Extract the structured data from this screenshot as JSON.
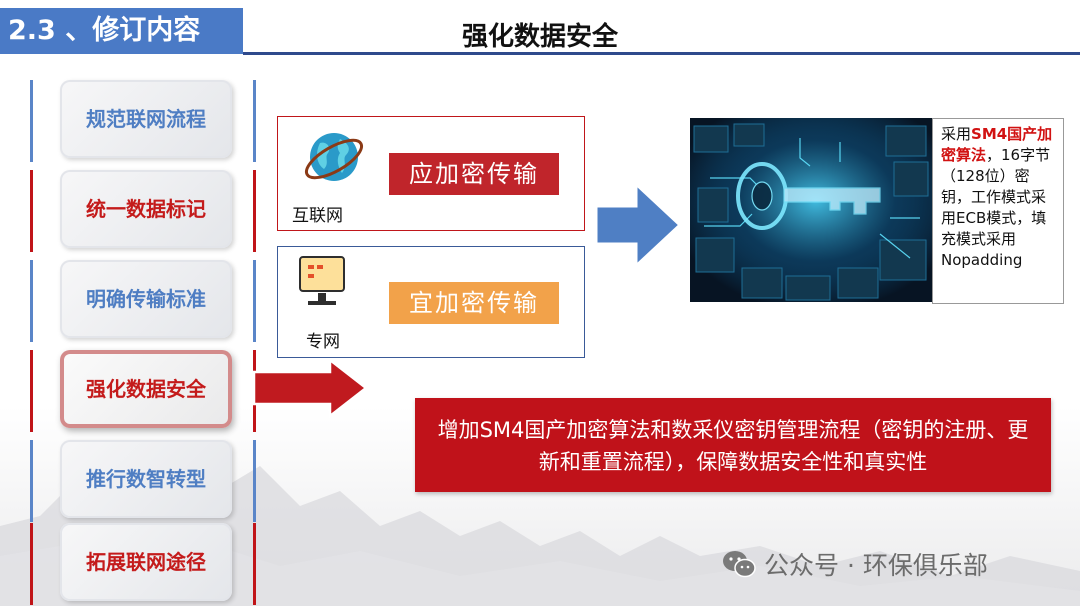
{
  "header": {
    "section_tag": "2.3 、修订内容",
    "title": "强化数据安全"
  },
  "nav": [
    {
      "label": "规范联网流程",
      "color": "blue",
      "active": false
    },
    {
      "label": "统一数据标记",
      "color": "red",
      "active": false
    },
    {
      "label": "明确传输标准",
      "color": "blue",
      "active": false
    },
    {
      "label": "强化数据安全",
      "color": "red",
      "active": true
    },
    {
      "label": "推行数智转型",
      "color": "blue",
      "active": false
    },
    {
      "label": "拓展联网途径",
      "color": "red",
      "active": false
    }
  ],
  "cards": {
    "internet": {
      "caption": "互联网",
      "pill": "应加密传输",
      "icon": "globe-icon"
    },
    "private": {
      "caption": "专网",
      "pill": "宜加密传输",
      "icon": "monitor-icon"
    }
  },
  "note": {
    "prefix": "采用",
    "highlight": "SM4国产加密算法",
    "body": "，16字节（128位）密钥，工作模式采用ECB模式，填充模式采用Nopadding"
  },
  "banner": {
    "text": "增加SM4国产加密算法和数采仪密钥管理流程（密钥的注册、更新和重置流程），保障数据安全性和真实性"
  },
  "watermark": {
    "text": "公众号 · 环保俱乐部",
    "icon": "wechat-icon"
  },
  "colors": {
    "accent_blue": "#4a7ac6",
    "accent_red": "#c0121a",
    "orange": "#f2a24a",
    "arrow_blue": "#4f7fc4"
  }
}
